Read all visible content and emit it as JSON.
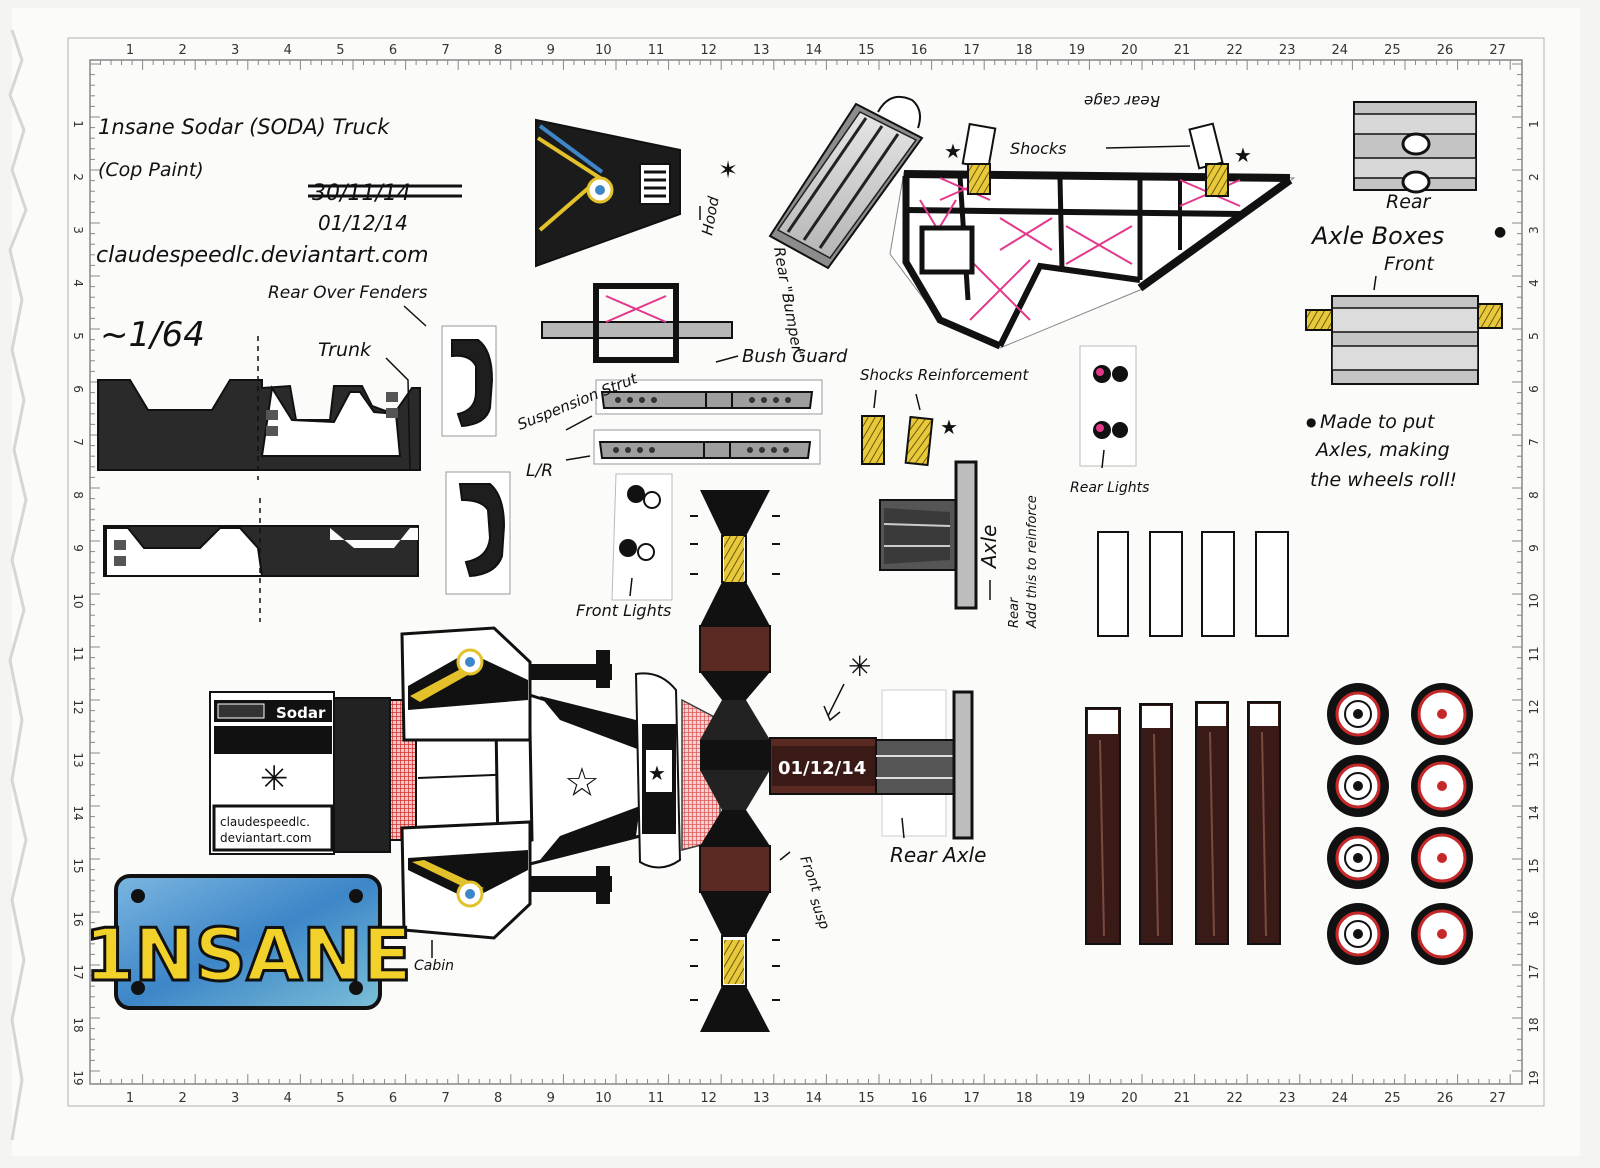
{
  "colors": {
    "paper": "#fbfbfa",
    "ink": "#111111",
    "grid_line": "#c9c9c9",
    "pink": "#e4388a",
    "red": "#c52828",
    "brown": "#5a2a22",
    "darkbrown": "#2f1412",
    "yellow": "#e2c12a",
    "blue_plate": "#3d86c8",
    "gray": "#9a9a9a"
  },
  "ruler": {
    "top_numbers": [
      "1",
      "2",
      "3",
      "4",
      "5",
      "6",
      "7",
      "8",
      "9",
      "10",
      "11",
      "12",
      "13",
      "14",
      "15",
      "16",
      "17",
      "18",
      "19",
      "20",
      "21",
      "22",
      "23",
      "24",
      "25",
      "26",
      "27"
    ],
    "side_numbers": [
      "1",
      "2",
      "3",
      "4",
      "5",
      "6",
      "7",
      "8",
      "9",
      "10",
      "11",
      "12",
      "13",
      "14",
      "15",
      "16",
      "17",
      "18",
      "19"
    ]
  },
  "header": {
    "title_line1": "1nsane Sodar (SODA) Truck",
    "title_line2": "(Cop Paint)",
    "date_struck": "30/11/14",
    "date": "01/12/14",
    "site": "claudespeedlc.deviantart.com",
    "scale": "~1/64"
  },
  "labels": {
    "rear_over_fenders": "Rear Over Fenders",
    "trunk": "Trunk",
    "hood": "Hood",
    "rear_bumper": "Rear \"Bumper\"",
    "bush_guard": "Bush Guard",
    "suspension_strut": "Suspension Strut",
    "lr": "L/R",
    "front_lights": "Front Lights",
    "shocks": "Shocks",
    "rear_cage": "Rear cage",
    "shocks_reinforcement": "Shocks Reinforcement",
    "rear_lights": "Rear Lights",
    "axle": "Axle",
    "rear_reinforce": "Rear",
    "add_to_reinforce": "Add this to reinforce",
    "rear_box": "Rear",
    "axle_boxes": "Axle Boxes",
    "front_box": "Front",
    "note_line1": "Made to put",
    "note_line2": "Axles, making",
    "note_line3": "the wheels roll!",
    "rear_axle": "Rear Axle",
    "front_susp_1": "Front",
    "front_susp_2": "susp",
    "cabin": "Cabin",
    "cab_brand": "Sodar",
    "cab_site_1": "claudespeedlc.",
    "cab_site_2": "deviantart.com",
    "chassis_date": "01/12/14",
    "plate": "1NSANE"
  }
}
